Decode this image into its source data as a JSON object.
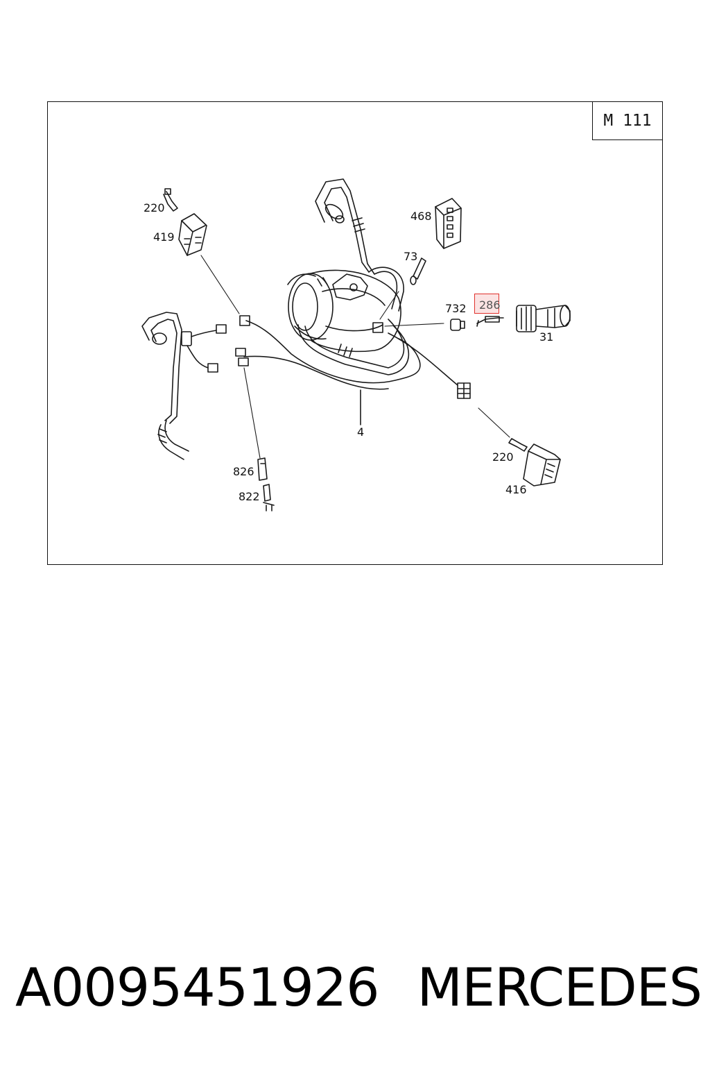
{
  "diagram": {
    "engine_label": "M 111",
    "callouts": {
      "c220_top": "220",
      "c419": "419",
      "c468": "468",
      "c73": "73",
      "c732": "732",
      "c286": "286",
      "c31": "31",
      "c4": "4",
      "c220_bottom": "220",
      "c416": "416",
      "c826": "826",
      "c822": "822"
    },
    "highlighted_callout": "286",
    "highlight_color": "#e0302b"
  },
  "caption": {
    "part_number": "A0095451926",
    "brand": "MERCEDES"
  }
}
